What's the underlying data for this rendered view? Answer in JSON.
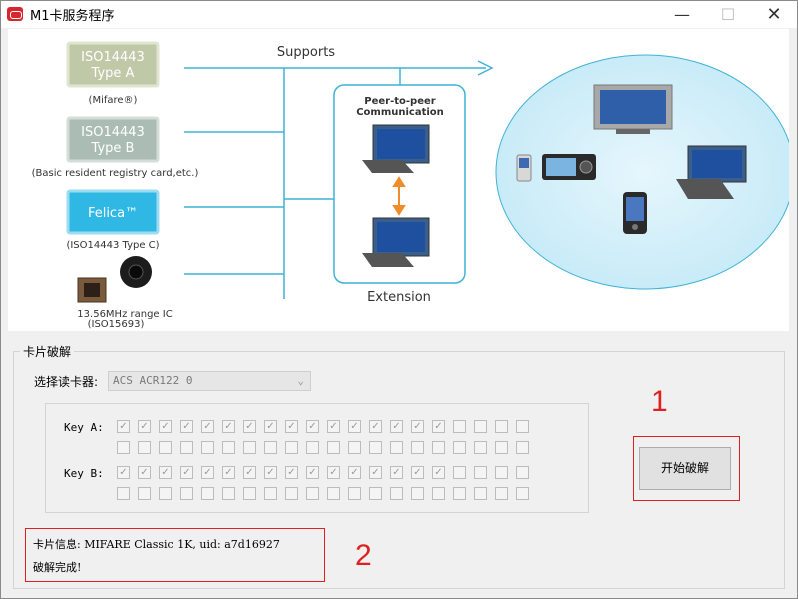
{
  "window": {
    "title": "M1卡服务程序",
    "controls": {
      "minimize": "—",
      "maximize": "☐",
      "close": "✕"
    }
  },
  "diagram": {
    "supports_label": "Supports",
    "cards": [
      {
        "name": "ISO14443 Type A",
        "line1": "ISO14443",
        "line2": "Type A",
        "caption": "(Mifare®)",
        "color": "#bfc9a8"
      },
      {
        "name": "ISO14443 Type B",
        "line1": "ISO14443",
        "line2": "Type B",
        "caption": "(Basic resident registry card,etc.)",
        "color": "#aabcb3"
      },
      {
        "name": "Felica",
        "line1": "Felica™",
        "caption": "(ISO14443 Type C)",
        "color": "#2fb8e4"
      }
    ],
    "ic_caption_1": "13.56MHz range IC",
    "ic_caption_2": "(ISO15693)",
    "p2p_title_1": "Peer-to-peer",
    "p2p_title_2": "Communication",
    "extension_label": "Extension",
    "line_color": "#3fb2d6"
  },
  "crack": {
    "group_label": "卡片破解",
    "reader_label": "选择读卡器:",
    "reader_value": "ACS ACR122 0",
    "key_a_label": "Key A:",
    "key_b_label": "Key B:",
    "columns": 20,
    "checked_columns": 16,
    "start_button": "开始破解",
    "annotation_1": "1",
    "annotation_2": "2"
  },
  "card_info": {
    "line1": "卡片信息: MIFARE Classic 1K, uid: a7d16927",
    "line2": "破解完成!"
  }
}
